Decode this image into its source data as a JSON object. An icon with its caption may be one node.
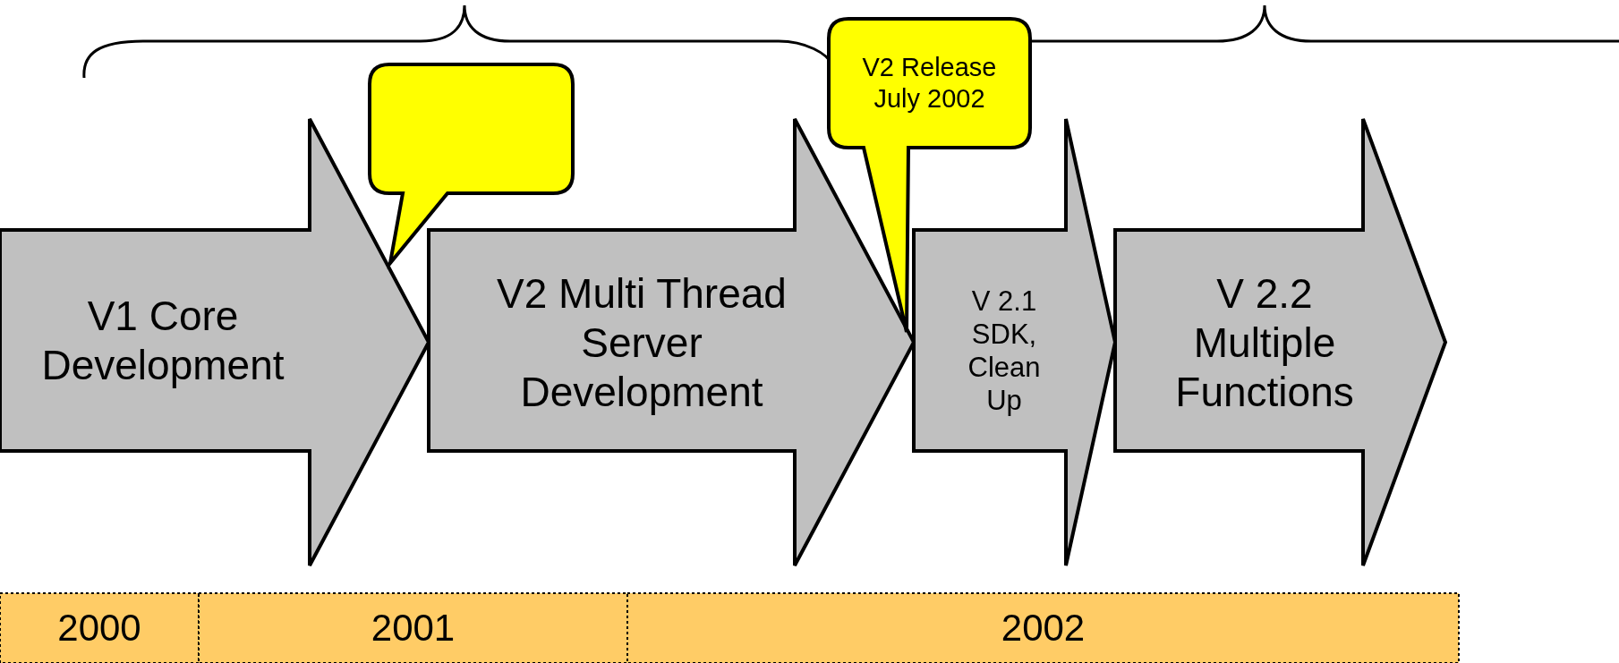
{
  "diagram": {
    "nodes": [
      {
        "text": [
          "V1 Core Development"
        ]
      },
      {
        "text": [
          "V2 Multi Thread Server Development"
        ]
      },
      {
        "text": [
          "V 2.1 SDK, Clean Up"
        ]
      },
      {
        "text": [
          "V 2.2 Multiple Functions"
        ]
      },
      {
        "text": [],
        "shape": "callout"
      },
      {
        "text": [
          "V2 Release July 2002"
        ]
      },
      {
        "text": [
          "2000"
        ]
      },
      {
        "text": [
          "2001"
        ]
      },
      {
        "text": [
          "2002"
        ]
      }
    ]
  }
}
